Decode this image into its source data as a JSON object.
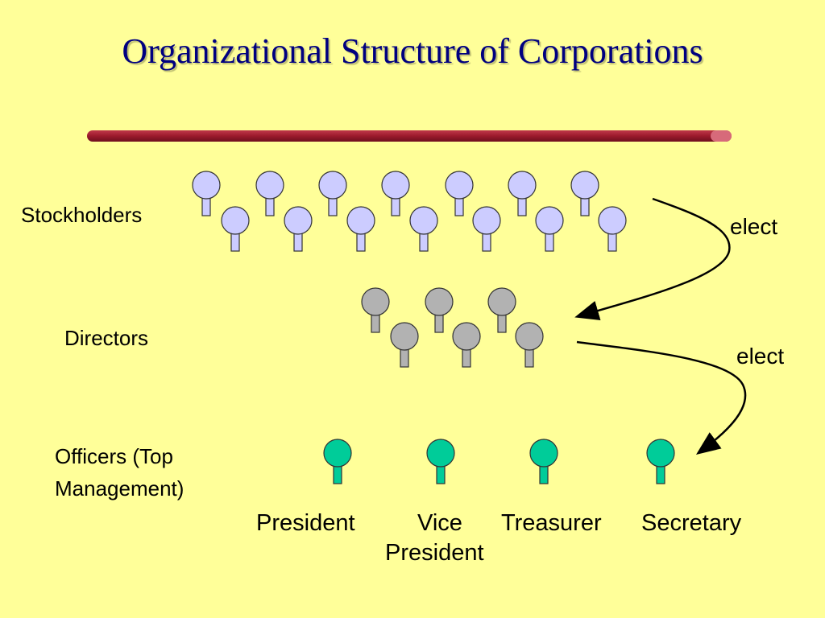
{
  "title": "Organizational Structure of Corporations",
  "levels": {
    "stockholders": "Stockholders",
    "directors": "Directors",
    "officers_line1": "Officers (Top",
    "officers_line2": "Management)"
  },
  "arrows": {
    "top": "elect",
    "bottom": "elect"
  },
  "roles": {
    "president": "President",
    "vice_president_line1": "Vice",
    "vice_president_line2": "President",
    "treasurer": "Treasurer",
    "secretary": "Secretary"
  },
  "colors": {
    "background": "#FFFF99",
    "title": "#000080",
    "stockholder_fill": "#CCCCFF",
    "director_fill": "#B2B2B2",
    "officer_fill": "#00CC99",
    "divider": "#9B1A2C"
  },
  "counts": {
    "stockholders": 14,
    "directors": 6,
    "officers": 4
  }
}
